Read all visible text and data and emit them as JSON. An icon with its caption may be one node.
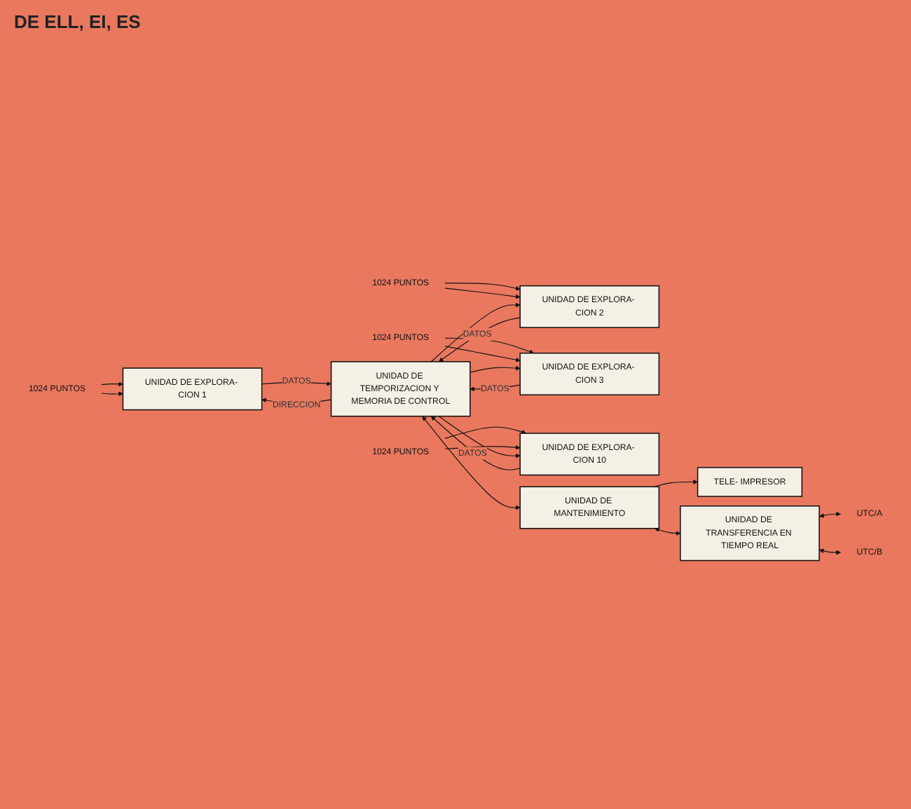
{
  "diagram": {
    "nodes": [
      {
        "text": [
          "1024 PUNTOS"
        ]
      },
      {
        "text": [
          "UNIDAD DE EXPLORA- CION 1"
        ]
      },
      {
        "text": [
          "1024 PUNTOS"
        ]
      },
      {
        "text": [
          "UNIDAD DE EXPLORA- CION 2"
        ]
      },
      {
        "text": [
          "1024 PUNTOS"
        ]
      },
      {
        "text": [
          "UNIDAD DE EXPLORA- CION 3"
        ]
      },
      {
        "text": [
          "1024 PUNTOS"
        ]
      },
      {
        "text": [
          "UNIDAD DE EXPLORA- CION 10"
        ]
      },
      {
        "text": [
          "UNIDAD DE TEMPORIZACION Y MEMORIA DE CONTROL"
        ]
      },
      {
        "text": [
          "UNIDAD DE MANTENIMIENTO"
        ]
      },
      {
        "text": [
          "TELE- IMPRESOR"
        ]
      },
      {
        "text": [
          "UNIDAD DE TRANSFERENCIA EN TIEMPO REAL"
        ]
      },
      {
        "text": [
          "UTC/A"
        ]
      },
      {
        "text": [
          "UTC/B"
        ]
      }
    ],
    "edges": [
      {
        "from": 0,
        "to": 1,
        "arrow": "to"
      },
      {
        "from": 0,
        "to": 1,
        "arrow": "to"
      },
      {
        "from": 2,
        "to": 3,
        "arrow": "to"
      },
      {
        "from": 2,
        "to": 3,
        "arrow": "to"
      },
      {
        "from": 4,
        "to": 5,
        "arrow": "to"
      },
      {
        "from": 4,
        "to": 5,
        "arrow": "to"
      },
      {
        "from": 6,
        "to": 7,
        "arrow": "to"
      },
      {
        "from": 6,
        "to": 7,
        "arrow": "to"
      },
      {
        "from": 1,
        "to": 8,
        "arrow": "to",
        "label": "DATOS"
      },
      {
        "from": 3,
        "to": 8,
        "arrow": "to",
        "label": "DATOS"
      },
      {
        "from": 5,
        "to": 8,
        "arrow": "to",
        "label": "DATOS"
      },
      {
        "from": 7,
        "to": 8,
        "arrow": "to",
        "label": "DATOS"
      },
      {
        "from": 8,
        "to": 1,
        "arrow": "to",
        "label": "DIRECCION"
      },
      {
        "from": 8,
        "to": 3,
        "arrow": "to"
      },
      {
        "from": 8,
        "to": 5,
        "arrow": "to"
      },
      {
        "from": 8,
        "to": 7,
        "arrow": "to"
      },
      {
        "from": 8,
        "to": 9,
        "arrow": "both"
      },
      {
        "from": 9,
        "to": 10,
        "arrow": "to"
      },
      {
        "from": 9,
        "to": 11,
        "arrow": "both"
      },
      {
        "from": 11,
        "to": 12,
        "arrow": "both"
      },
      {
        "from": 11,
        "to": 13,
        "arrow": "both"
      }
    ],
    "labels": [
      "DE ELL, EI, ES"
    ]
  }
}
